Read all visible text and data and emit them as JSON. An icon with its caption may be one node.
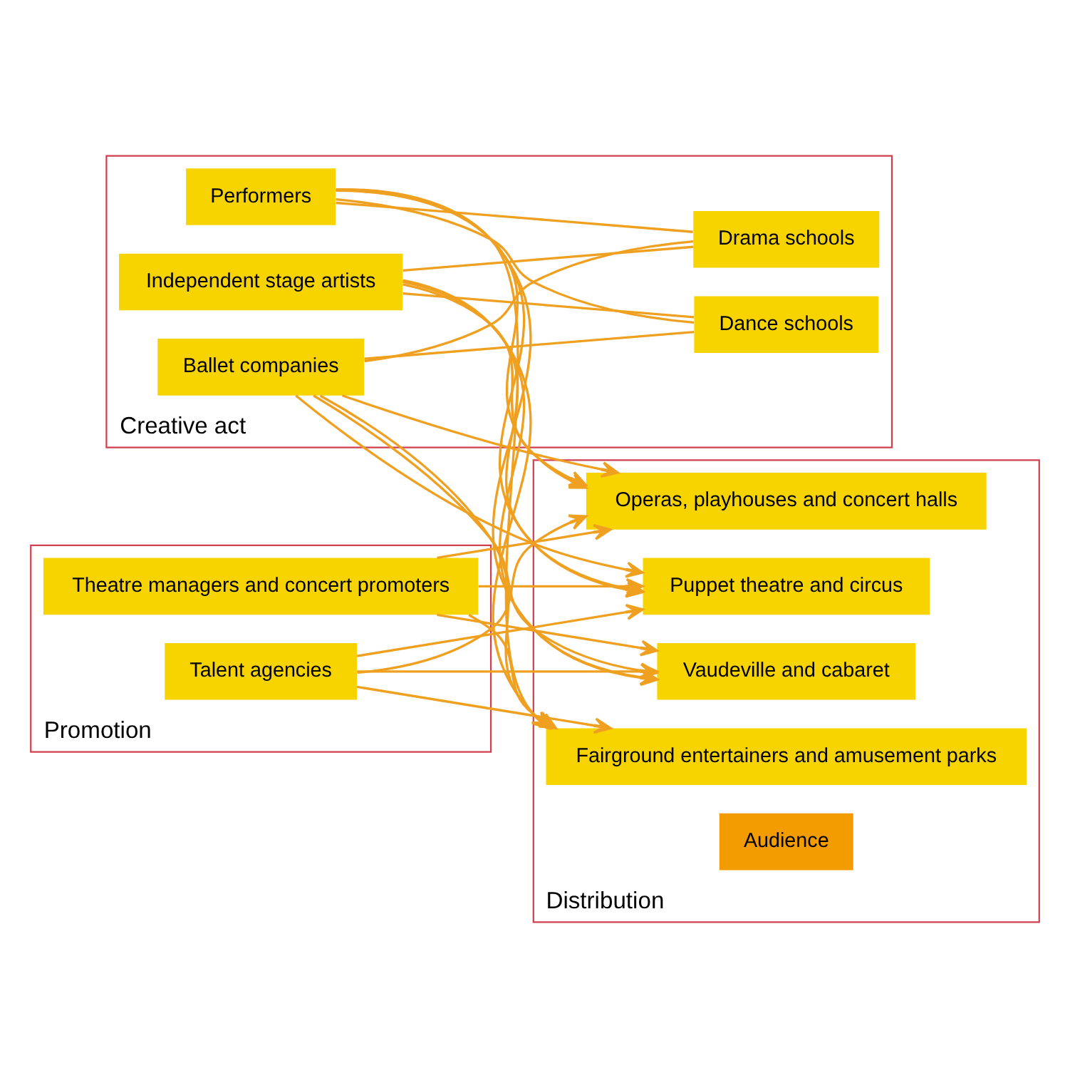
{
  "diagram": {
    "nodes": [
      {
        "text": [
          "Creative act"
        ]
      },
      {
        "text": [
          "Performers"
        ],
        "in": 0
      },
      {
        "text": [
          "Independent stage artists"
        ],
        "in": 0
      },
      {
        "text": [
          "Ballet companies"
        ],
        "in": 0
      },
      {
        "text": [
          "Dance schools"
        ],
        "in": 0
      },
      {
        "text": [
          "Drama schools"
        ],
        "in": 0
      },
      {
        "text": [
          "Promotion"
        ]
      },
      {
        "text": [
          "Theatre managers and concert promoters"
        ],
        "in": 6
      },
      {
        "text": [
          "Talent agencies"
        ],
        "in": 6
      },
      {
        "text": [
          "Distribution"
        ]
      },
      {
        "text": [
          "Operas, playhouses and concert halls"
        ],
        "in": 9
      },
      {
        "text": [
          "Puppet theatre and circus"
        ],
        "in": 9
      },
      {
        "text": [
          "Vaudeville and cabaret"
        ],
        "in": 9
      },
      {
        "text": [
          "Fairground entertainers and amusement parks"
        ],
        "in": 9
      },
      {
        "text": [
          "Audience"
        ],
        "in": 9
      }
    ],
    "edges": [
      {
        "from": 1,
        "to": 4,
        "arrow": "none"
      },
      {
        "from": 1,
        "to": 5,
        "arrow": "none"
      },
      {
        "from": 2,
        "to": 4,
        "arrow": "none"
      },
      {
        "from": 2,
        "to": 5,
        "arrow": "none"
      },
      {
        "from": 3,
        "to": 4,
        "arrow": "none"
      },
      {
        "from": 3,
        "to": 5,
        "arrow": "none"
      },
      {
        "from": 1,
        "to": 10,
        "arrow": "to"
      },
      {
        "from": 1,
        "to": 11,
        "arrow": "to"
      },
      {
        "from": 1,
        "to": 12,
        "arrow": "to"
      },
      {
        "from": 1,
        "to": 13,
        "arrow": "to"
      },
      {
        "from": 2,
        "to": 10,
        "arrow": "to"
      },
      {
        "from": 2,
        "to": 11,
        "arrow": "to"
      },
      {
        "from": 2,
        "to": 12,
        "arrow": "to"
      },
      {
        "from": 2,
        "to": 13,
        "arrow": "to"
      },
      {
        "from": 3,
        "to": 10,
        "arrow": "to"
      },
      {
        "from": 3,
        "to": 11,
        "arrow": "to"
      },
      {
        "from": 3,
        "to": 12,
        "arrow": "to"
      },
      {
        "from": 3,
        "to": 13,
        "arrow": "to"
      },
      {
        "from": 7,
        "to": 10,
        "arrow": "to"
      },
      {
        "from": 7,
        "to": 11,
        "arrow": "to"
      },
      {
        "from": 7,
        "to": 12,
        "arrow": "to"
      },
      {
        "from": 7,
        "to": 13,
        "arrow": "to"
      },
      {
        "from": 8,
        "to": 10,
        "arrow": "to"
      },
      {
        "from": 8,
        "to": 11,
        "arrow": "to"
      },
      {
        "from": 8,
        "to": 12,
        "arrow": "to"
      },
      {
        "from": 8,
        "to": 13,
        "arrow": "to"
      }
    ]
  }
}
